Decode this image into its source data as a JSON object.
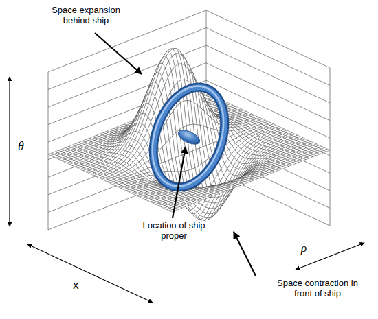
{
  "diagram": {
    "labels": [
      "Space expansion behind ship",
      "θ",
      "Location of ship proper",
      "x",
      "ρ",
      "Space contraction in front of ship"
    ]
  }
}
